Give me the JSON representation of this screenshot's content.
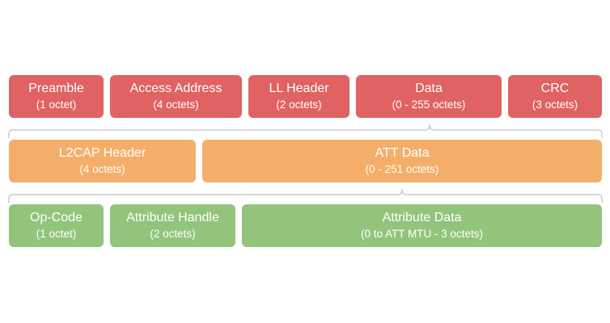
{
  "rows": [
    {
      "name": "link-layer-packet",
      "color": "#e06262",
      "fields": [
        {
          "title": "Preamble",
          "size": "(1 octet)"
        },
        {
          "title": "Access Address",
          "size": "(4 octets)"
        },
        {
          "title": "LL Header",
          "size": "(2 octets)"
        },
        {
          "title": "Data",
          "size": "(0 - 255 octets)"
        },
        {
          "title": "CRC",
          "size": "(3 octets)"
        }
      ]
    },
    {
      "name": "l2cap-packet",
      "color": "#f5ae6a",
      "fields": [
        {
          "title": "L2CAP Header",
          "size": "(4 octets)"
        },
        {
          "title": "ATT Data",
          "size": "(0 - 251 octets)"
        }
      ]
    },
    {
      "name": "att-packet",
      "color": "#92c47c",
      "fields": [
        {
          "title": "Op-Code",
          "size": "(1 octet)"
        },
        {
          "title": "Attribute Handle",
          "size": "(2 octets)"
        },
        {
          "title": "Attribute Data",
          "size": "(0 to ATT MTU - 3 octets)"
        }
      ]
    }
  ],
  "brace_color": "#cccccc"
}
